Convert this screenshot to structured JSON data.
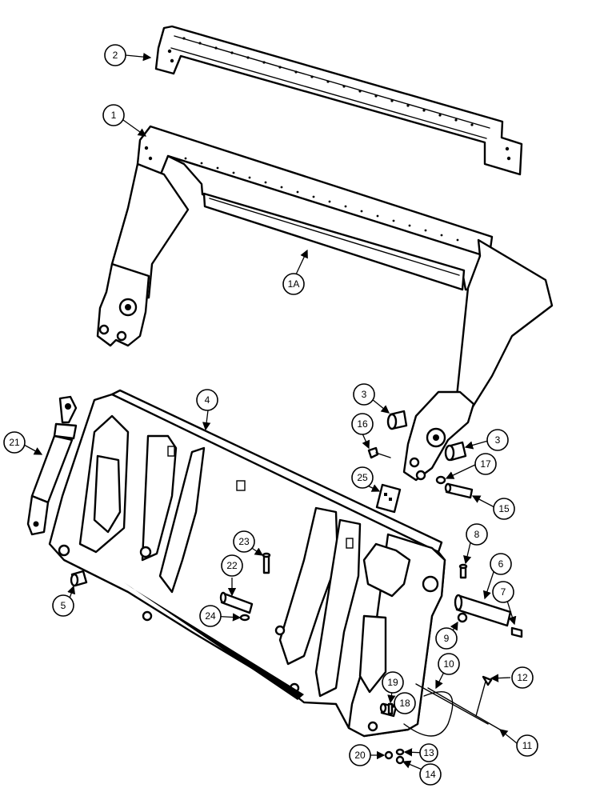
{
  "callouts": {
    "c1": "1",
    "c1a": "1A",
    "c2": "2",
    "c3a": "3",
    "c3b": "3",
    "c4": "4",
    "c5": "5",
    "c6": "6",
    "c7": "7",
    "c8": "8",
    "c9": "9",
    "c10": "10",
    "c11": "11",
    "c12": "12",
    "c13": "13",
    "c14": "14",
    "c15": "15",
    "c16": "16",
    "c17": "17",
    "c18": "18",
    "c19": "19",
    "c20": "20",
    "c21": "21",
    "c22": "22",
    "c23": "23",
    "c24": "24",
    "c25": "25"
  }
}
